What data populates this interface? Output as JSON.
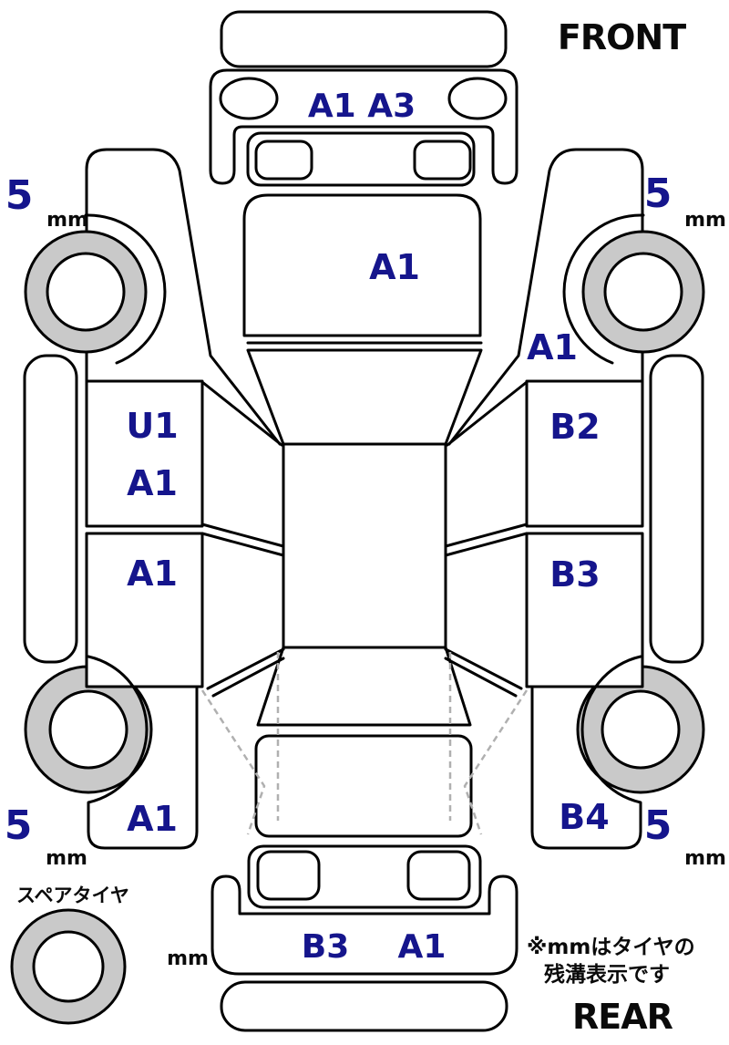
{
  "diagram_title": {
    "front": "FRONT",
    "rear": "REAR"
  },
  "panel_labels": {
    "front_bumper": "A1 A3",
    "hood": "A1",
    "right_front_fender": "A1",
    "left_front_door_line1": "U1",
    "left_front_door_line2": "A1",
    "left_rear_door": "A1",
    "right_front_door": "B2",
    "right_rear_door": "B3",
    "left_quarter_panel": "A1",
    "right_quarter_panel": "B4",
    "rear_bumper_left": "B3",
    "rear_bumper_right": "A1"
  },
  "tire_treads": {
    "front_left": {
      "value": "5",
      "unit": "mm"
    },
    "front_right": {
      "value": "5",
      "unit": "mm"
    },
    "rear_left": {
      "value": "5",
      "unit": "mm"
    },
    "rear_right": {
      "value": "5",
      "unit": "mm"
    },
    "spare": {
      "label": "スペアタイヤ",
      "unit": "mm"
    }
  },
  "note": {
    "line1": "※mmはタイヤの",
    "line2": "残溝表示です"
  },
  "colors": {
    "label_blue": "#15158c",
    "line_black": "#000000",
    "tire_gray": "#c9c9c9",
    "background": "#ffffff"
  }
}
